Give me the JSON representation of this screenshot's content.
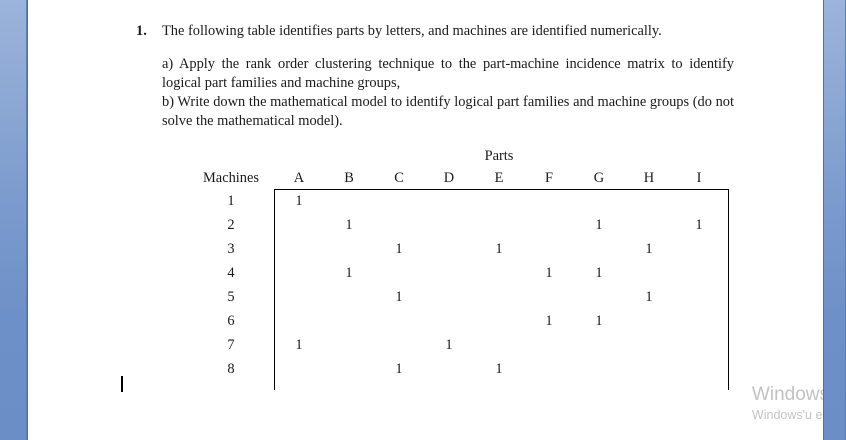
{
  "document": {
    "question_number": "1.",
    "question_text": "The following table identifies parts by letters, and machines are identified numerically.",
    "subpart_a": "a) Apply the rank order clustering technique to the part-machine incidence matrix to identify logical part families and machine groups,",
    "subpart_b": "b) Write down the mathematical model to identify logical part families and machine groups (do not solve the mathematical model)."
  },
  "matrix": {
    "parts_title": "Parts",
    "machines_header": "Machines",
    "part_columns": [
      "A",
      "B",
      "C",
      "D",
      "E",
      "F",
      "G",
      "H",
      "I"
    ],
    "machine_rows": [
      "1",
      "2",
      "3",
      "4",
      "5",
      "6",
      "7",
      "8"
    ],
    "mark": "1",
    "incidence": [
      [
        1,
        0,
        0,
        0,
        0,
        0,
        0,
        0,
        0
      ],
      [
        0,
        1,
        0,
        0,
        0,
        0,
        1,
        0,
        1
      ],
      [
        0,
        0,
        1,
        0,
        1,
        0,
        0,
        1,
        0
      ],
      [
        0,
        1,
        0,
        0,
        0,
        1,
        1,
        0,
        0
      ],
      [
        0,
        0,
        1,
        0,
        0,
        0,
        0,
        1,
        0
      ],
      [
        0,
        0,
        0,
        0,
        0,
        1,
        1,
        0,
        0
      ],
      [
        1,
        0,
        0,
        1,
        0,
        0,
        0,
        0,
        0
      ],
      [
        0,
        0,
        1,
        0,
        1,
        0,
        0,
        0,
        0
      ]
    ]
  },
  "watermark": {
    "line1": "Windows",
    "line2": "Windows'u e"
  },
  "colors": {
    "page_background": "#ffffff",
    "side_strip": "#7a9acd",
    "text": "#1a1a1a",
    "watermark": "#c2c2c2",
    "table_border": "#000000"
  }
}
